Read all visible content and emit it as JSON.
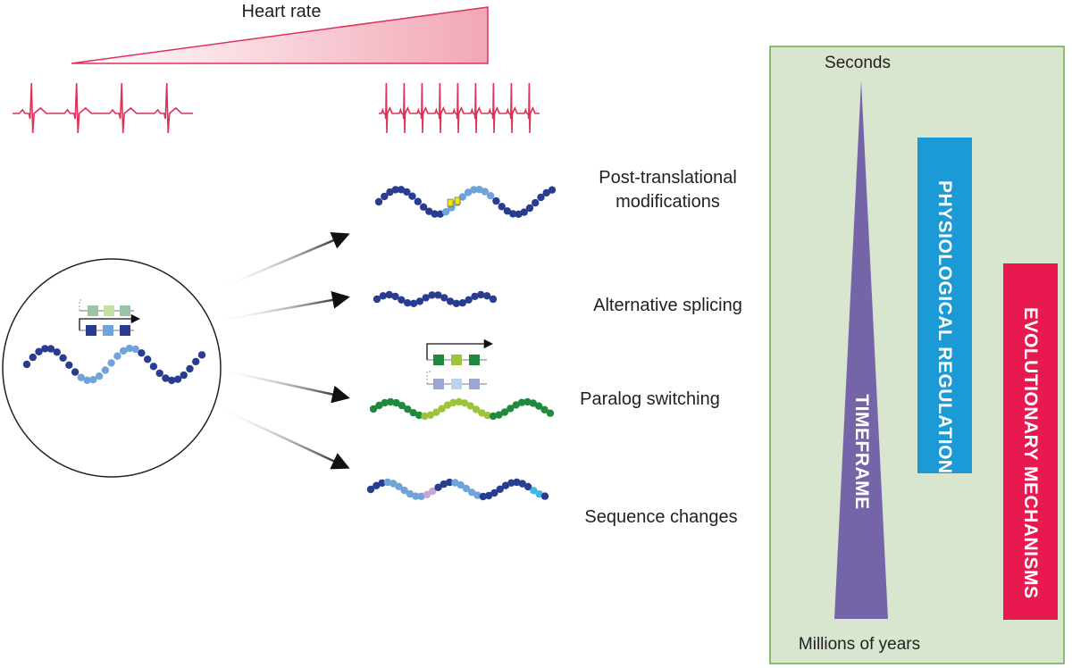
{
  "heart_rate": {
    "label": "Heart rate"
  },
  "mechanisms": {
    "items": [
      {
        "label": "Post-translational\nmodifications"
      },
      {
        "label": "Alternative splicing"
      },
      {
        "label": "Paralog switching"
      },
      {
        "label": "Sequence changes"
      }
    ]
  },
  "timeframe_panel": {
    "top_label": "Seconds",
    "bottom_label": "Millions of years",
    "timeframe_label": "TIMEFRAME",
    "physiological_label": "PHYSIOLOGICAL REGULATION",
    "evolutionary_label": "EVOLUTIONARY MECHANISMS"
  },
  "colors": {
    "ecg": "#e0305a",
    "panel_bg": "#d9e6cf",
    "panel_border": "#6aa84f",
    "timeframe": "#7565a8",
    "physiological": "#1b9ad6",
    "evolutionary": "#e8194f",
    "protein_dark": "#283d8f",
    "protein_light": "#6fa3d9",
    "paralog_dark": "#1f8a3b",
    "paralog_light": "#9cc43a"
  }
}
